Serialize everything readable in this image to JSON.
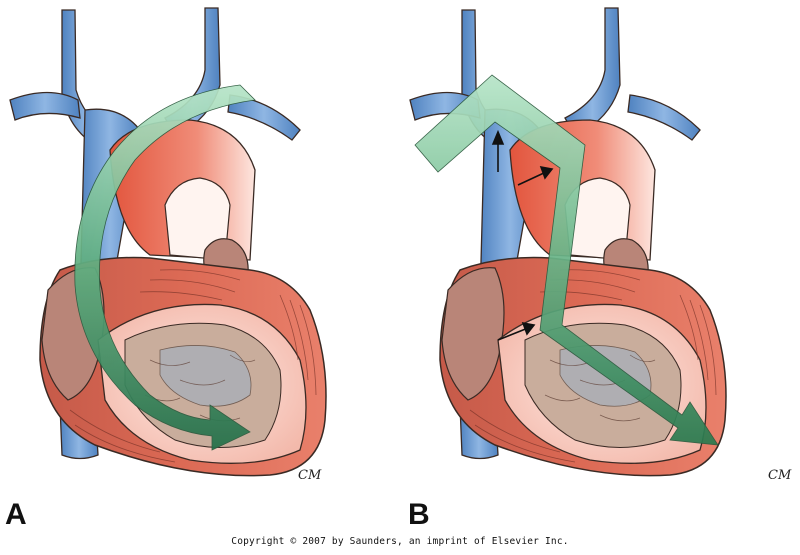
{
  "figure": {
    "panels": [
      {
        "label": "A",
        "arrow_style": "curved"
      },
      {
        "label": "B",
        "arrow_style": "angular"
      }
    ],
    "copyright": "Copyright © 2007 by Saunders, an imprint of Elsevier Inc.",
    "signature": "CM",
    "colors": {
      "vein": "#5b8ec9",
      "vein_highlight": "#a6c6ea",
      "aorta": "#e86a52",
      "myocardium": "#d9624f",
      "atrium": "#b98578",
      "endocardium": "#f2c1b6",
      "arrow_light": "#a9dfbf",
      "arrow_dark": "#2e7d4f",
      "outline": "#3a2a24"
    }
  }
}
